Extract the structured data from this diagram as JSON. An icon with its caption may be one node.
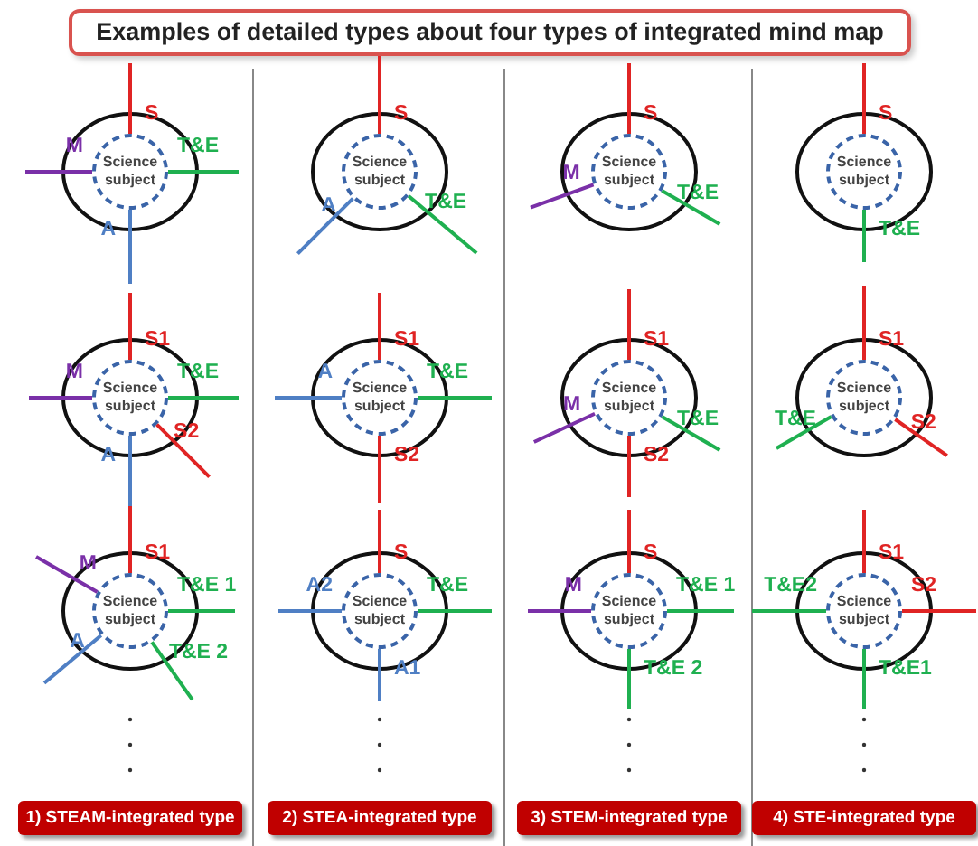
{
  "diagram": {
    "title": "Examples of detailed types about four types of integrated mind map",
    "nodes": [
      {
        "text": [],
        "shape": "circle"
      },
      {
        "text": [
          "Science subject"
        ],
        "in": 0
      },
      {
        "text": [],
        "shape": "circle"
      },
      {
        "text": [
          "Science subject"
        ],
        "in": 2
      },
      {
        "text": [],
        "shape": "circle"
      },
      {
        "text": [
          "Science subject"
        ],
        "in": 4
      },
      {
        "text": [],
        "shape": "circle"
      },
      {
        "text": [
          "Science subject"
        ],
        "in": 6
      },
      {
        "text": [],
        "shape": "circle"
      },
      {
        "text": [
          "Science subject"
        ],
        "in": 8
      },
      {
        "text": [],
        "shape": "circle"
      },
      {
        "text": [
          "Science subject"
        ],
        "in": 10
      },
      {
        "text": [],
        "shape": "circle"
      },
      {
        "text": [
          "Science subject"
        ],
        "in": 12
      },
      {
        "text": [],
        "shape": "circle"
      },
      {
        "text": [
          "Science subject"
        ],
        "in": 14
      },
      {
        "text": [],
        "shape": "circle"
      },
      {
        "text": [
          "Science subject"
        ],
        "in": 16
      },
      {
        "text": [],
        "shape": "circle"
      },
      {
        "text": [
          "Science subject"
        ],
        "in": 18
      },
      {
        "text": [],
        "shape": "circle"
      },
      {
        "text": [
          "Science subject"
        ],
        "in": 20
      },
      {
        "text": [],
        "shape": "circle"
      },
      {
        "text": [
          "Science subject"
        ],
        "in": 22
      },
      {
        "text": [
          "1) STEAM-integrated type"
        ]
      },
      {
        "text": [
          "2) STEA-integrated type"
        ]
      },
      {
        "text": [
          "3) STEM-integrated type"
        ]
      },
      {
        "text": [
          "4) STE-integrated type"
        ]
      }
    ],
    "edges": [
      {
        "from": 1,
        "to": null,
        "arrow": "none",
        "label": "S",
        "color": "#e02424"
      },
      {
        "from": 1,
        "to": null,
        "arrow": "none",
        "label": "T&E",
        "color": "#1fb050"
      },
      {
        "from": 1,
        "to": null,
        "arrow": "none",
        "label": "A",
        "color": "#4f7fc4"
      },
      {
        "from": 1,
        "to": null,
        "arrow": "none",
        "label": "M",
        "color": "#7a30a8"
      },
      {
        "from": 3,
        "to": null,
        "arrow": "none",
        "label": "S",
        "color": "#e02424"
      },
      {
        "from": 3,
        "to": null,
        "arrow": "none",
        "label": "T&E",
        "color": "#1fb050"
      },
      {
        "from": 3,
        "to": null,
        "arrow": "none",
        "label": "A",
        "color": "#4f7fc4"
      },
      {
        "from": 5,
        "to": null,
        "arrow": "none",
        "label": "S",
        "color": "#e02424"
      },
      {
        "from": 5,
        "to": null,
        "arrow": "none",
        "label": "T&E",
        "color": "#1fb050"
      },
      {
        "from": 5,
        "to": null,
        "arrow": "none",
        "label": "M",
        "color": "#7a30a8"
      },
      {
        "from": 7,
        "to": null,
        "arrow": "none",
        "label": "S",
        "color": "#e02424"
      },
      {
        "from": 7,
        "to": null,
        "arrow": "none",
        "label": "T&E",
        "color": "#1fb050"
      },
      {
        "from": 9,
        "to": null,
        "arrow": "none",
        "label": "S1",
        "color": "#e02424"
      },
      {
        "from": 9,
        "to": null,
        "arrow": "none",
        "label": "T&E",
        "color": "#1fb050"
      },
      {
        "from": 9,
        "to": null,
        "arrow": "none",
        "label": "S2",
        "color": "#e02424"
      },
      {
        "from": 9,
        "to": null,
        "arrow": "none",
        "label": "A",
        "color": "#4f7fc4"
      },
      {
        "from": 9,
        "to": null,
        "arrow": "none",
        "label": "M",
        "color": "#7a30a8"
      },
      {
        "from": 11,
        "to": null,
        "arrow": "none",
        "label": "S1",
        "color": "#e02424"
      },
      {
        "from": 11,
        "to": null,
        "arrow": "none",
        "label": "T&E",
        "color": "#1fb050"
      },
      {
        "from": 11,
        "to": null,
        "arrow": "none",
        "label": "S2",
        "color": "#e02424"
      },
      {
        "from": 11,
        "to": null,
        "arrow": "none",
        "label": "A",
        "color": "#4f7fc4"
      },
      {
        "from": 13,
        "to": null,
        "arrow": "none",
        "label": "S1",
        "color": "#e02424"
      },
      {
        "from": 13,
        "to": null,
        "arrow": "none",
        "label": "T&E",
        "color": "#1fb050"
      },
      {
        "from": 13,
        "to": null,
        "arrow": "none",
        "label": "S2",
        "color": "#e02424"
      },
      {
        "from": 13,
        "to": null,
        "arrow": "none",
        "label": "M",
        "color": "#7a30a8"
      },
      {
        "from": 15,
        "to": null,
        "arrow": "none",
        "label": "S1",
        "color": "#e02424"
      },
      {
        "from": 15,
        "to": null,
        "arrow": "none",
        "label": "S2",
        "color": "#e02424"
      },
      {
        "from": 15,
        "to": null,
        "arrow": "none",
        "label": "T&E",
        "color": "#1fb050"
      },
      {
        "from": 17,
        "to": null,
        "arrow": "none",
        "label": "S1",
        "color": "#e02424"
      },
      {
        "from": 17,
        "to": null,
        "arrow": "none",
        "label": "T&E 1",
        "color": "#1fb050"
      },
      {
        "from": 17,
        "to": null,
        "arrow": "none",
        "label": "T&E 2",
        "color": "#1fb050"
      },
      {
        "from": 17,
        "to": null,
        "arrow": "none",
        "label": "A",
        "color": "#4f7fc4"
      },
      {
        "from": 17,
        "to": null,
        "arrow": "none",
        "label": "M",
        "color": "#7a30a8"
      },
      {
        "from": 19,
        "to": null,
        "arrow": "none",
        "label": "S",
        "color": "#e02424"
      },
      {
        "from": 19,
        "to": null,
        "arrow": "none",
        "label": "T&E",
        "color": "#1fb050"
      },
      {
        "from": 19,
        "to": null,
        "arrow": "none",
        "label": "A1",
        "color": "#4f7fc4"
      },
      {
        "from": 19,
        "to": null,
        "arrow": "none",
        "label": "A2",
        "color": "#4f7fc4"
      },
      {
        "from": 21,
        "to": null,
        "arrow": "none",
        "label": "S",
        "color": "#e02424"
      },
      {
        "from": 21,
        "to": null,
        "arrow": "none",
        "label": "T&E 1",
        "color": "#1fb050"
      },
      {
        "from": 21,
        "to": null,
        "arrow": "none",
        "label": "T&E 2",
        "color": "#1fb050"
      },
      {
        "from": 21,
        "to": null,
        "arrow": "none",
        "label": "M",
        "color": "#7a30a8"
      },
      {
        "from": 23,
        "to": null,
        "arrow": "none",
        "label": "S1",
        "color": "#e02424"
      },
      {
        "from": 23,
        "to": null,
        "arrow": "none",
        "label": "S2",
        "color": "#e02424"
      },
      {
        "from": 23,
        "to": null,
        "arrow": "none",
        "label": "T&E1",
        "color": "#1fb050"
      },
      {
        "from": 23,
        "to": null,
        "arrow": "none",
        "label": "T&E2",
        "color": "#1fb050"
      }
    ]
  }
}
